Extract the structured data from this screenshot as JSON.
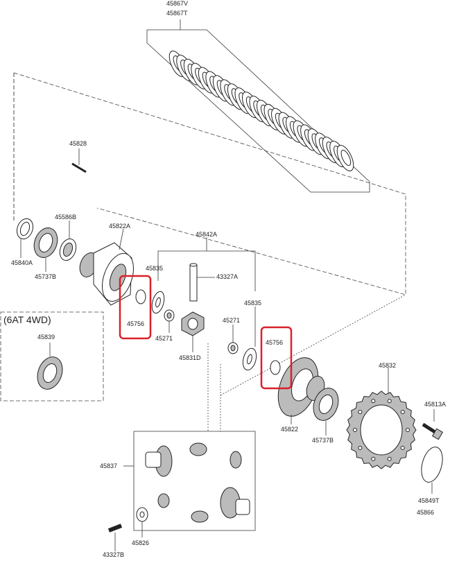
{
  "labels": {
    "p45867v": "45867V",
    "p45867t": "45867T",
    "p45828": "45828",
    "p45586b": "45586B",
    "p45822a": "45822A",
    "p45842a": "45842A",
    "p45840a": "45840A",
    "p45737b_left": "45737B",
    "p45835_left": "45835",
    "p43327a": "43327A",
    "p45756_left": "45756",
    "p45271_left": "45271",
    "p45835_right": "45835",
    "p45271_right": "45271",
    "p45831d": "45831D",
    "p45756_right": "45756",
    "p45839": "45839",
    "p45832": "45832",
    "p45813a": "45813A",
    "p45822": "45822",
    "p45737b_right": "45737B",
    "p45837": "45837",
    "p45826": "45826",
    "p43327b": "43327B",
    "p45849t": "45849T",
    "p45866": "45866"
  },
  "variant_box": {
    "title": "(6AT 4WD)"
  },
  "colors": {
    "highlight": "#d9202a",
    "line": "#333333"
  }
}
